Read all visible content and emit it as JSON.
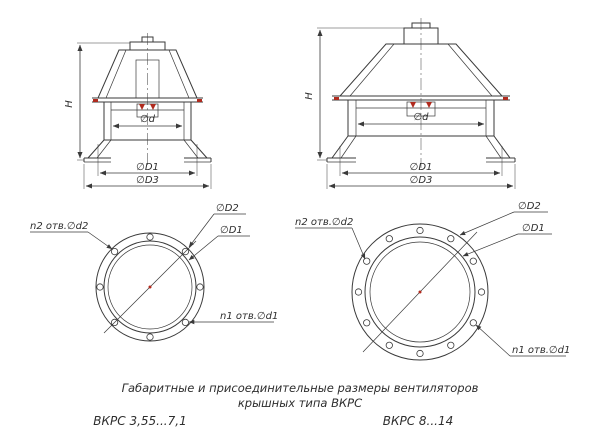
{
  "colors": {
    "line": "#3a3a3a",
    "accent": "#b02a1e",
    "background": "#ffffff"
  },
  "views": {
    "side_left": {
      "h": "H",
      "d": "∅d",
      "d1": "∅D1",
      "d3": "∅D3"
    },
    "side_right": {
      "h": "H",
      "d": "∅d",
      "d1": "∅D1",
      "d3": "∅D3"
    },
    "flange_left": {
      "n2": "n2 отв.∅d2",
      "d2": "∅D2",
      "d1": "∅D1",
      "n1": "n1 отв.∅d1"
    },
    "flange_right": {
      "n2": "n2 отв.∅d2",
      "d2": "∅D2",
      "d1": "∅D1",
      "n1": "n1 отв.∅d1"
    }
  },
  "caption": {
    "line1": "Габаритные и присоединительные размеры вентиляторов",
    "line2": "крышных типа ВКРС"
  },
  "models": {
    "left": "ВКРС  3,55...7,1",
    "right": "ВКРС  8...14"
  }
}
